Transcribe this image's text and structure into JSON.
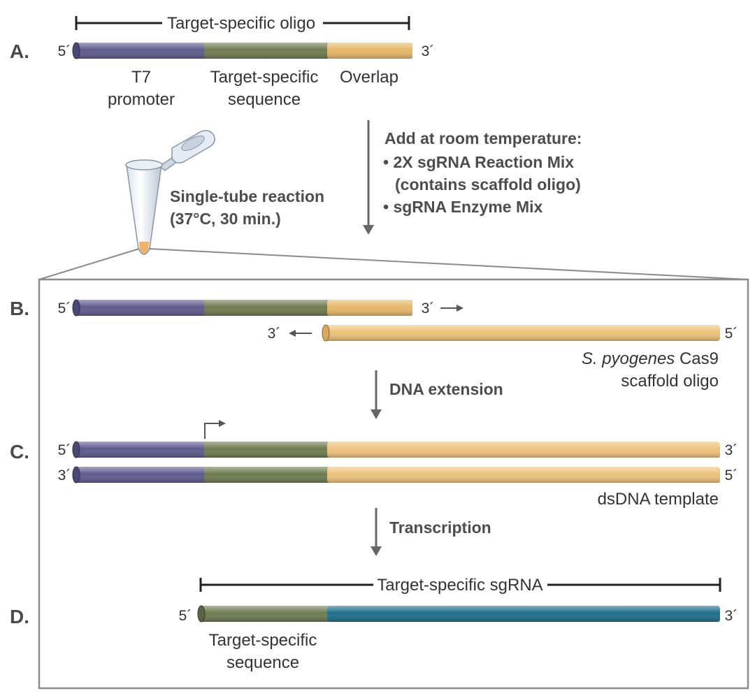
{
  "colors": {
    "promoter": "#5f5b8e",
    "target": "#6e7b51",
    "overlap": "#e6b868",
    "scaffold": "#ecc27b",
    "sgrna": "#1f6f8b",
    "line": "#555555",
    "frame": "#8a8a8a"
  },
  "panel_a": {
    "letter": "A.",
    "bracket_label": "Target-specific oligo",
    "end5": "5´",
    "end3": "3´",
    "seg1_line1": "T7",
    "seg1_line2": "promoter",
    "seg2_line1": "Target-specific",
    "seg2_line2": "sequence",
    "seg3": "Overlap"
  },
  "tube": {
    "line1": "Single-tube reaction",
    "line2": "(37°C, 30 min.)"
  },
  "add_step": {
    "title": "Add at room temperature:",
    "item1": "• 2X sgRNA Reaction Mix",
    "item1b": "(contains scaffold oligo)",
    "item2": "• sgRNA Enzyme Mix"
  },
  "panel_b": {
    "letter": "B.",
    "top_end5": "5´",
    "top_end3": "3´",
    "bottom_end3": "3´",
    "bottom_end5": "5´",
    "caption_italic": "S. pyogenes",
    "caption_rest": " Cas9",
    "caption_line2": "scaffold oligo"
  },
  "step_extension": "DNA extension",
  "panel_c": {
    "letter": "C.",
    "top_end5": "5´",
    "top_end3": "3´",
    "bottom_end3": "3´",
    "bottom_end5": "5´",
    "caption": "dsDNA template"
  },
  "step_transcription": "Transcription",
  "panel_d": {
    "letter": "D.",
    "bracket_label": "Target-specific sgRNA",
    "end5": "5´",
    "end3": "3´",
    "label_line1": "Target-specific",
    "label_line2": "sequence"
  }
}
